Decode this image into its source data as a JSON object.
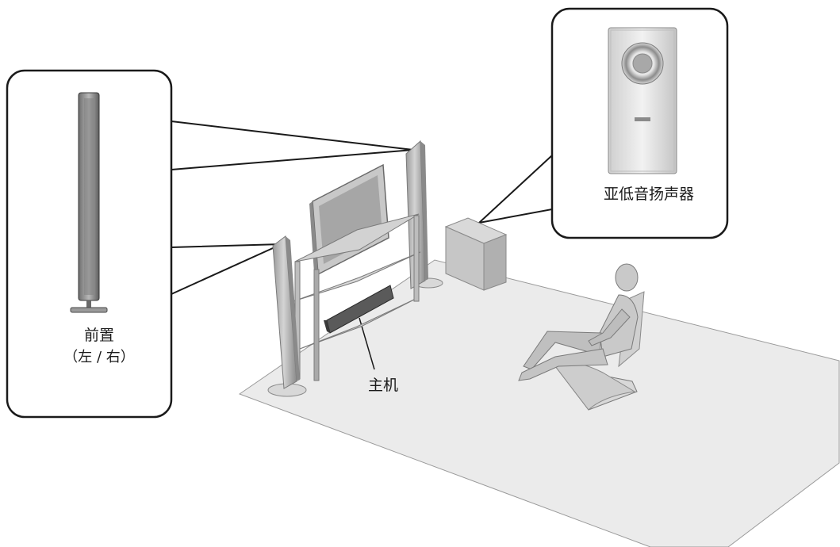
{
  "labels": {
    "front_speaker_title": "前置",
    "front_speaker_sub": "（左 / 右）",
    "main_unit": "主机",
    "subwoofer": "亚低音扬声器"
  },
  "colors": {
    "floor": "#ebebeb",
    "outline": "#1a1a1a",
    "speaker": "#b9b9b9",
    "speaker_dark": "#8e8e8e",
    "person": "#c9c9c9"
  }
}
